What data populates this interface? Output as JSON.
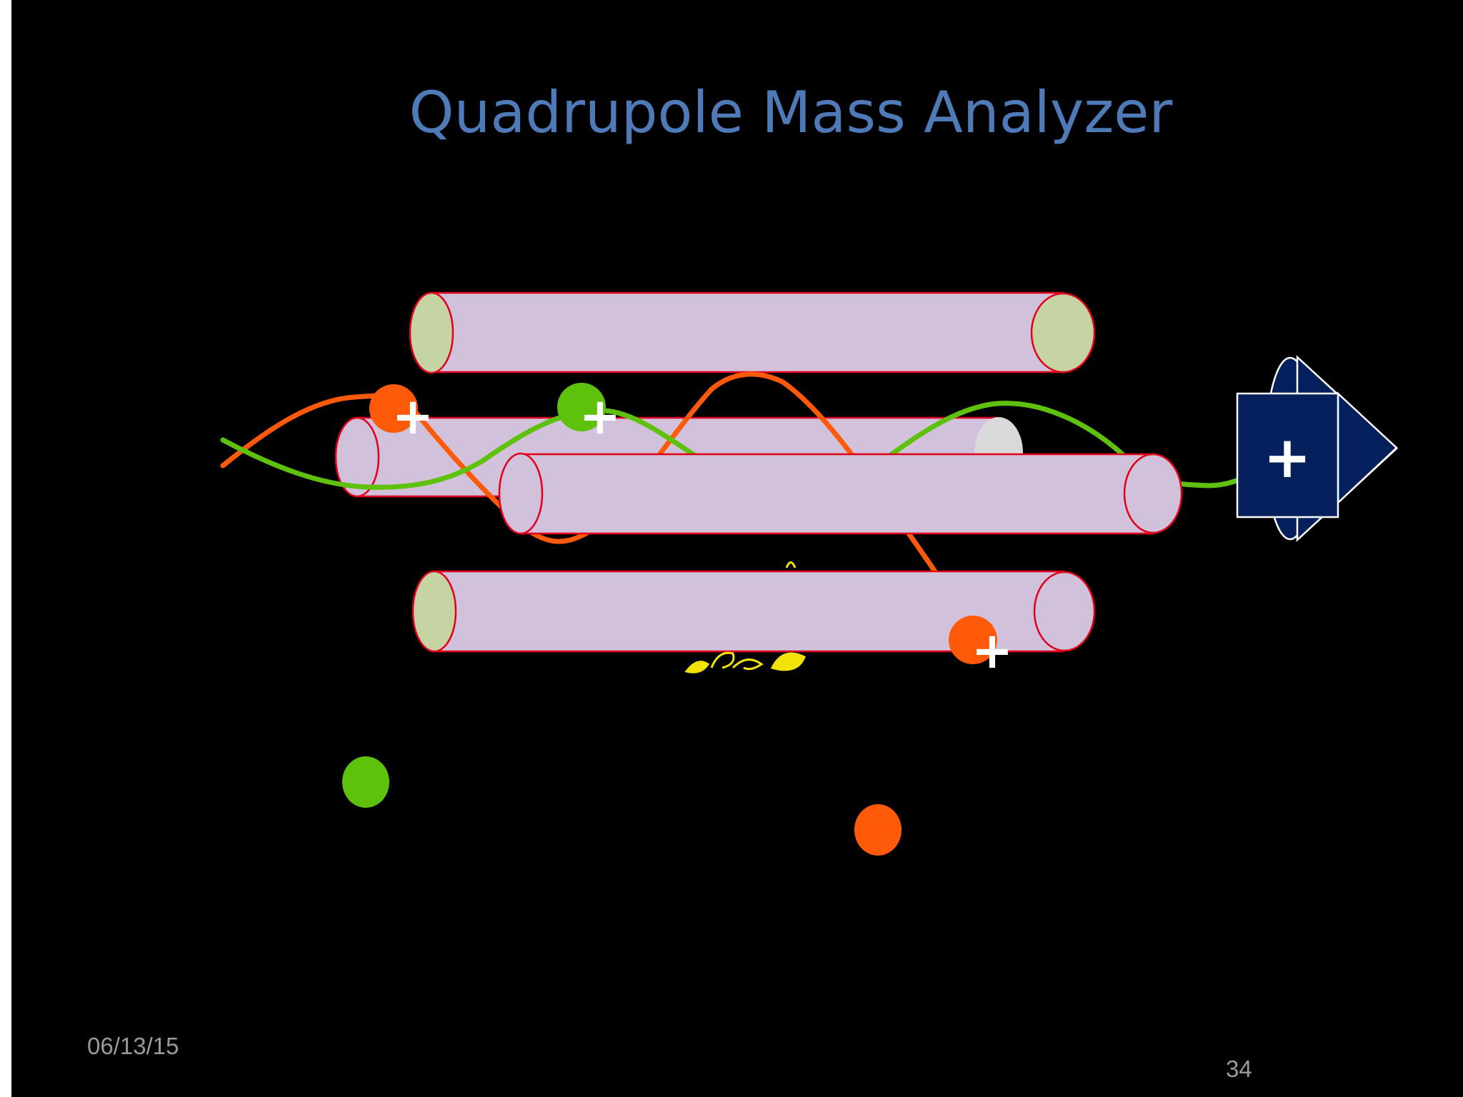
{
  "slide": {
    "title": "Quadrupole Mass Analyzer",
    "date": "06/13/15",
    "page_number": "34"
  },
  "diagram": {
    "ion_charge_symbol": "+",
    "detector_symbol": "+",
    "colors": {
      "background": "#000000",
      "title": "#4f7ab8",
      "rod_body": "#d1c1da",
      "rod_outline": "#e0001b",
      "rod_end_cap": "#c6d4a3",
      "ion_unstable": "#ff5a0a",
      "ion_stable": "#5ec20c",
      "detector": "#05205c",
      "ornament": "#f2e20a"
    },
    "icons": {
      "detector": "detector-icon",
      "ornament": "floral-ornament-icon"
    }
  }
}
